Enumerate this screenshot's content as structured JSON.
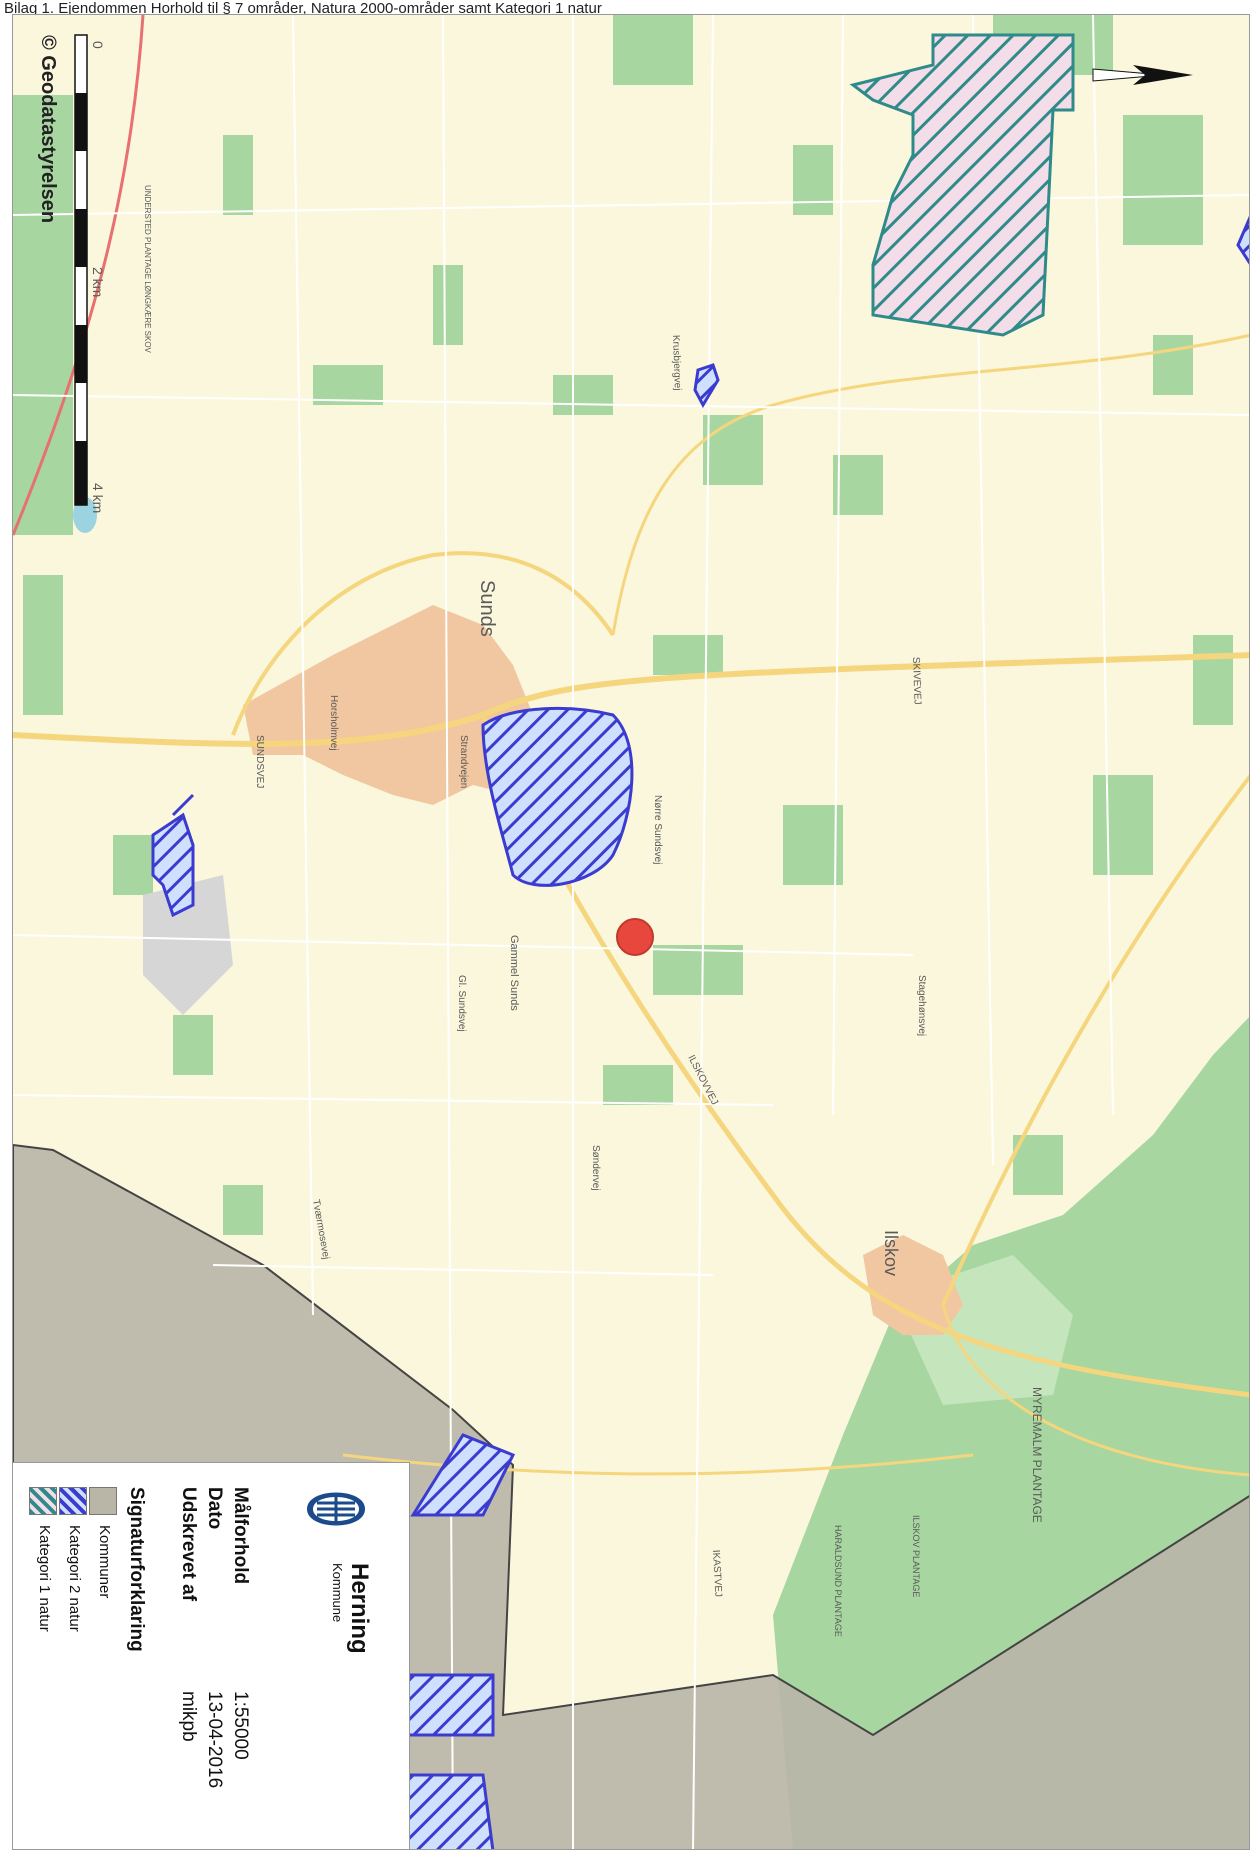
{
  "caption": "Bilag 1. Ejendommen Horhold til § 7 områder, Natura 2000-områder samt Kategori 1 natur",
  "credit": "© Geodatastyrelsen",
  "scalebar": {
    "ticks": [
      "0",
      "2 km",
      "4 km"
    ]
  },
  "places": {
    "sunds": "Sunds",
    "ilskov": "Ilskov",
    "gammel_sunds": "Gammel Sunds",
    "myremalm": "MYREMALM PLANTAGE",
    "haraldsund": "HARALDSUND PLANTAGE",
    "ilskov_plantage": "ILSKOV PLANTAGE",
    "ulvskov": "UNDERSTED PLANTAGE LØNGKÆRE SKOV"
  },
  "roads": {
    "sundsvej": "SUNDSVEJ",
    "ilskovvej": "ILSKOVVEJ",
    "skivevej": "SKIVEVEJ",
    "krusbjergvej": "Krusbjergvej",
    "horsholmvej": "Horsholmvej",
    "strandvejen": "Strandvejen",
    "nordre": "Nørre Sundsvej",
    "sonder": "Søndervej",
    "tvaersvej": "Tværmosevej",
    "gammel_sunds_vej": "Gl. Sundsvej",
    "staghonevej": "Stagehønsvej",
    "ikastvej": "IKASTVEJ"
  },
  "marker": {
    "color": "#e8473d"
  },
  "legend": {
    "brand_name": "Herning",
    "brand_sub": "Kommune",
    "scale_label": "Målforhold",
    "scale_value": "1:55000",
    "date_label": "Dato",
    "date_value": "13-04-2016",
    "printed_label": "Udskrevet af",
    "printed_value": "mikpb",
    "symbols_title": "Signaturforklaring",
    "items": [
      "Kommuner",
      "Kategori 2 natur",
      "Kategori 1 natur"
    ]
  },
  "colors": {
    "background": "#faf7dc",
    "forest": "#a7d6a0",
    "urban": "#f0c7a0",
    "municipality": "#b9b5a7",
    "cat2": "#3b3bd0",
    "cat1": "#2f8a8a"
  }
}
